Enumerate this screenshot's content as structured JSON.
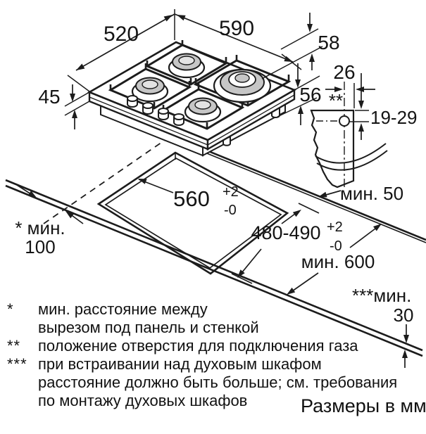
{
  "page": {
    "units_note": "Размеры в мм",
    "line_color": "#1c1c1c",
    "burner_cap_color": "#c6c6c6"
  },
  "hob": {
    "width_mm": "590",
    "depth_mm": "520",
    "height_mm": "45",
    "rear_gap_mm": "58",
    "under_depth_mm": "56",
    "burner_count": "4"
  },
  "gas_connection": {
    "marker": "**",
    "edge_offset_mm": "26",
    "vertical_range_mm": "19-29"
  },
  "cutout": {
    "width_mm": "560",
    "width_tol_plus": "+2",
    "width_tol_minus": "-0",
    "depth_mm": "480-490",
    "depth_tol_plus": "+2",
    "depth_tol_minus": "-0",
    "rear_clearance": "мин. 50",
    "side_clearance_label1": "* мин.",
    "side_clearance_label2": "100",
    "worktop_depth": "мин. 600",
    "front_clearance_label1": "***мин.",
    "front_clearance_label2": "30"
  },
  "footnotes": [
    {
      "marker": "*",
      "lines": [
        "мин. расстояние между",
        "вырезом под панель и стенкой"
      ]
    },
    {
      "marker": "**",
      "lines": [
        "положение отверстия для подключения газа"
      ]
    },
    {
      "marker": "***",
      "lines": [
        "при встраивании над духовым шкафом",
        "расстояние должно быть больше; см. требования",
        "по монтажу духовых шкафов"
      ]
    }
  ]
}
